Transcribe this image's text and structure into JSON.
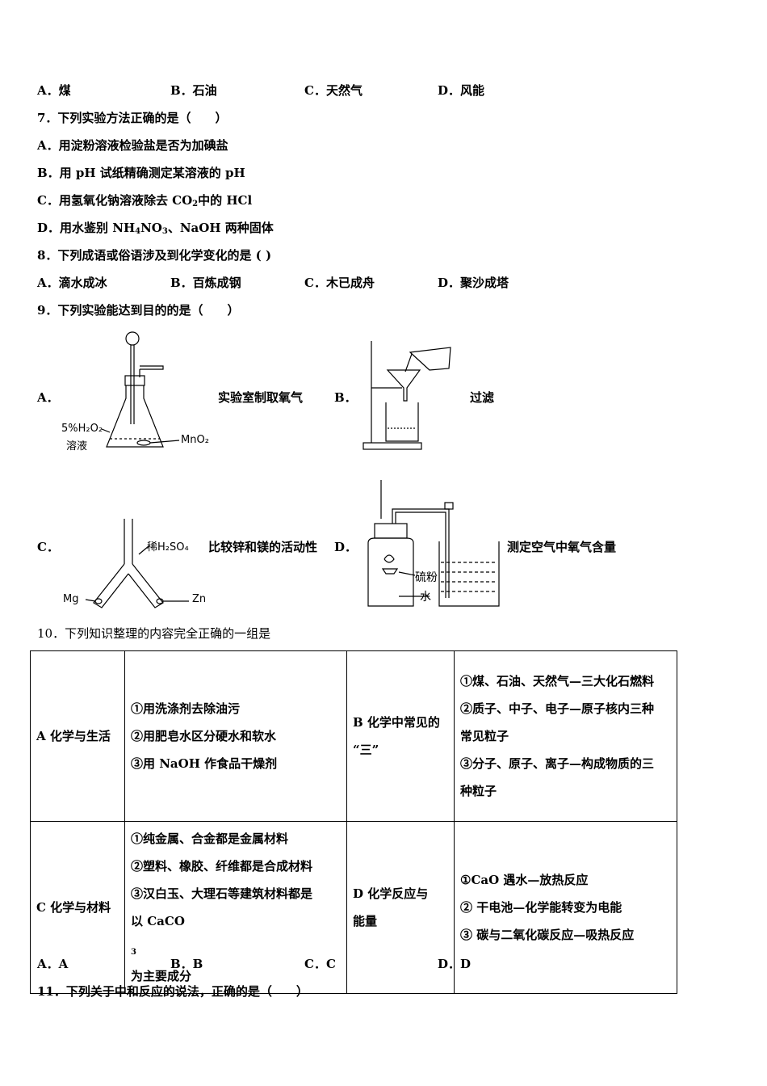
{
  "q6_options": {
    "a": "A．煤",
    "b": "B．石油",
    "c": "C．天然气",
    "d": "D．风能"
  },
  "q7": {
    "stem": "7．下列实验方法正确的是（　　）",
    "a": "A．用淀粉溶液检验盐是否为加碘盐",
    "b": "B．用 pH 试纸精确测定某溶液的 pH",
    "c_pre": "C．用氢氧化钠溶液除去 CO",
    "c_sub": "2",
    "c_post": "中的 HCl",
    "d_pre": "D．用水鉴别 NH",
    "d_sub1": "4",
    "d_mid": "NO",
    "d_sub2": "3",
    "d_post": "、NaOH 两种固体"
  },
  "q8": {
    "stem": "8．下列成语或俗语涉及到化学变化的是 ( )",
    "a": "A．滴水成冰",
    "b": "B．百炼成钢",
    "c": "C．木已成舟",
    "d": "D．聚沙成塔"
  },
  "q9": {
    "stem": "9．下列实验能达到目的的是（　　）",
    "a_letter": "A．",
    "a_caption": "实验室制取氧气",
    "a_fig_label_left1": "5%H₂O₂",
    "a_fig_label_left2": "溶液",
    "a_fig_label_right": "MnO₂",
    "b_letter": "B．",
    "b_caption": "过滤",
    "c_letter": "C．",
    "c_caption": "比较锌和镁的活动性",
    "c_fig_label_acid": "稀H₂SO₄",
    "c_fig_label_mg": "Mg",
    "c_fig_label_zn": "Zn",
    "d_letter": "D．",
    "d_caption": "测定空气中氧气含量",
    "d_fig_label_s": "硫粉",
    "d_fig_label_w": "水"
  },
  "q10": {
    "stem": "10．下列知识整理的内容完全正确的一组是",
    "table": {
      "a_head": "A 化学与生活",
      "a_items": [
        "①用洗涤剂去除油污",
        "②用肥皂水区分硬水和软水",
        "③用 NaOH 作食品干燥剂"
      ],
      "b_head_1": "B 化学中常见的",
      "b_head_2": "“三”",
      "b_items": [
        "①煤、石油、天然气—三大化石燃料",
        "②质子、中子、电子—原子核内三种",
        "常见粒子",
        "③分子、原子、离子—构成物质的三",
        "种粒子"
      ],
      "c_head": "C 化学与材料",
      "c_items": [
        "①纯金属、合金都是金属材料",
        "②塑料、橡胶、纤维都是合成材料",
        "③汉白玉、大理石等建筑材料都是"
      ],
      "c_item_last_pre": "以 CaCO",
      "c_item_last_sub": "3",
      "c_item_last_post": "为主要成分",
      "d_head_1": "D 化学反应与",
      "d_head_2": "能量",
      "d_items": [
        "①CaO 遇水—放热反应",
        "② 干电池—化学能转变为电能",
        "③ 碳与二氧化碳反应—吸热反应"
      ]
    },
    "options": {
      "a": "A．A",
      "b": "B．B",
      "c": "C．C",
      "d": "D．D"
    }
  },
  "q11": {
    "stem": "11．下列关于中和反应的说法，正确的是（　　）"
  }
}
